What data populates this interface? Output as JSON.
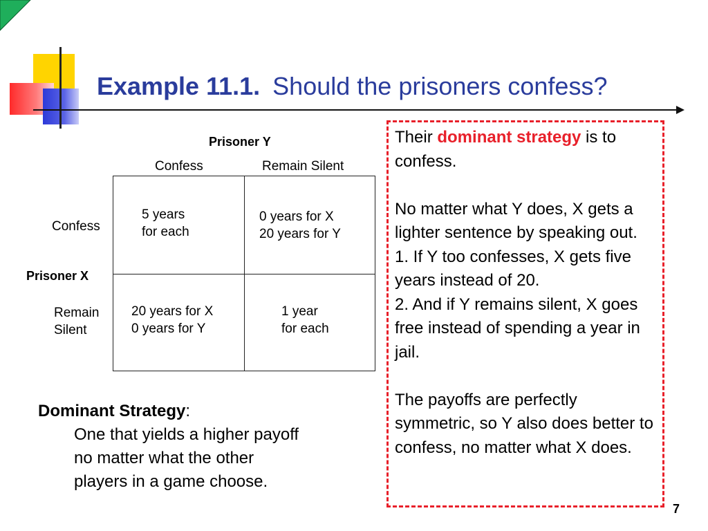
{
  "title": {
    "bold": "Example 11.1.",
    "rest": "Should the prisoners confess?"
  },
  "table": {
    "col_player": "Prisoner Y",
    "col_headers": [
      "Confess",
      "Remain Silent"
    ],
    "row_player": "Prisoner X",
    "row_headers": {
      "confess": "Confess",
      "silent_line1": "Remain",
      "silent_line2": "Silent"
    },
    "cells": {
      "cc": [
        "5 years",
        "for each"
      ],
      "cs": [
        "0 years for X",
        "20 years for Y"
      ],
      "sc": [
        "20 years for X",
        "0 years for Y"
      ],
      "ss": [
        "1 year",
        "for each"
      ]
    }
  },
  "explain": {
    "p1_pre": "Their ",
    "p1_highlight": "dominant strategy",
    "p1_post": " is to confess.",
    "p2": "No matter what Y does, X gets a lighter sentence by speaking out.",
    "p3": "1. If Y too confesses, X gets five years instead of 20.",
    "p4": "2. And if Y remains silent, X goes free instead of spending a year in jail.",
    "p5": "The payoffs are perfectly symmetric, so Y also does better to confess, no matter what X does."
  },
  "definition": {
    "term": "Dominant Strategy",
    "colon": ":",
    "lines": [
      "One that yields a higher payoff",
      "no matter what the other",
      "players in a game choose."
    ]
  },
  "page_number": "7",
  "colors": {
    "title": "#2a3c9c",
    "highlight": "#e8202a",
    "box_border": "#e8202a"
  }
}
